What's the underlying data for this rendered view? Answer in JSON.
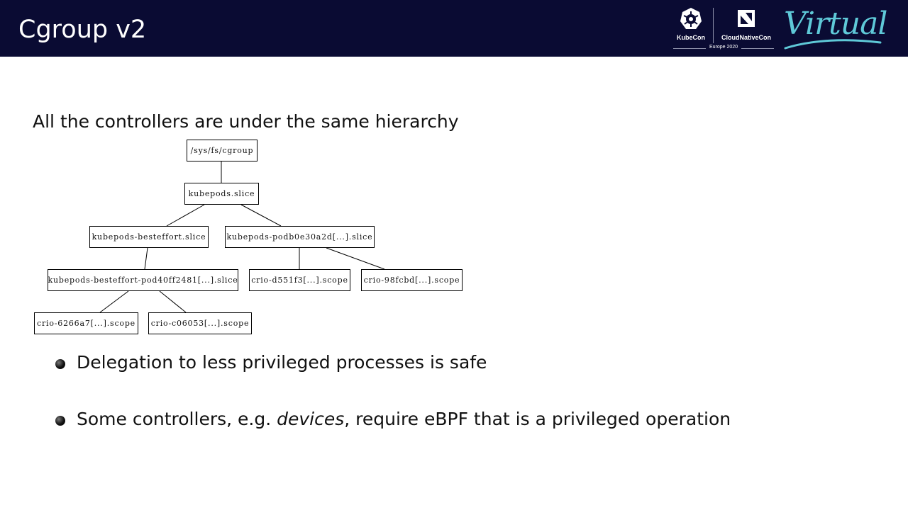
{
  "slide": {
    "title": "Cgroup v2",
    "subtitle": "All the controllers are under the same hierarchy"
  },
  "branding": {
    "kubecon_label": "KubeCon",
    "cloudnativecon_label": "CloudNativeCon",
    "event_label": "Europe 2020",
    "virtual_label": "Virtual",
    "accent_color": "#5fc9d8",
    "header_color": "#0a0b33"
  },
  "hierarchy": {
    "root": "/sys/fs/cgroup",
    "kubepods": "kubepods.slice",
    "besteffort": "kubepods-besteffort.slice",
    "pod_slice": "kubepods-podb0e30a2d[...].slice",
    "besteffort_pod": "kubepods-besteffort-pod40ff2481[...].slice",
    "scope_d551": "crio-d551f3[...].scope",
    "scope_98fc": "crio-98fcbd[...].scope",
    "scope_6266": "crio-6266a7[...].scope",
    "scope_c060": "crio-c06053[...].scope"
  },
  "bullets": {
    "first": "Delegation to less privileged processes is safe",
    "second_prefix": "Some controllers, e.g. ",
    "second_emphasis": "devices",
    "second_suffix": ", require eBPF that is a privileged operation"
  }
}
